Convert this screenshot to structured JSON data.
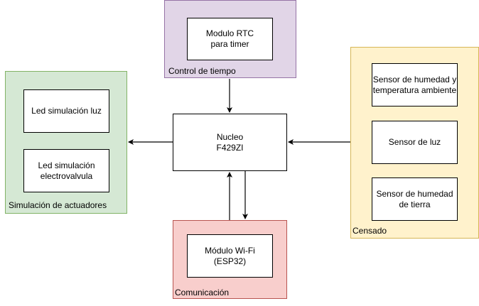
{
  "groups": {
    "control": {
      "label": "Control de tiempo",
      "fill": "#e1d5e7",
      "stroke": "#9673a6"
    },
    "actuators": {
      "label": "Simulación de actuadores",
      "fill": "#d5e8d4",
      "stroke": "#82b366"
    },
    "sensing": {
      "label": "Censado",
      "fill": "#fff2cc",
      "stroke": "#d6b656"
    },
    "comms": {
      "label": "Comunicación",
      "fill": "#f8cecc",
      "stroke": "#b85450"
    }
  },
  "nodes": {
    "rtc": {
      "line1": "Modulo RTC",
      "line2": "para timer"
    },
    "nucleo": {
      "line1": "Nucleo",
      "line2": "F429ZI"
    },
    "led_light": {
      "line1": "Led simulación luz"
    },
    "led_valve": {
      "line1": "Led simulación",
      "line2": "electrovalvula"
    },
    "sensor_humidity_temp": {
      "line1": "Sensor de humedad y",
      "line2": "temperatura ambiente"
    },
    "sensor_light": {
      "line1": "Sensor de luz"
    },
    "sensor_soil": {
      "line1": "Sensor de humedad",
      "line2": "de tierra"
    },
    "wifi": {
      "line1": "Módulo Wi-Fi",
      "line2": "(ESP32)"
    }
  }
}
